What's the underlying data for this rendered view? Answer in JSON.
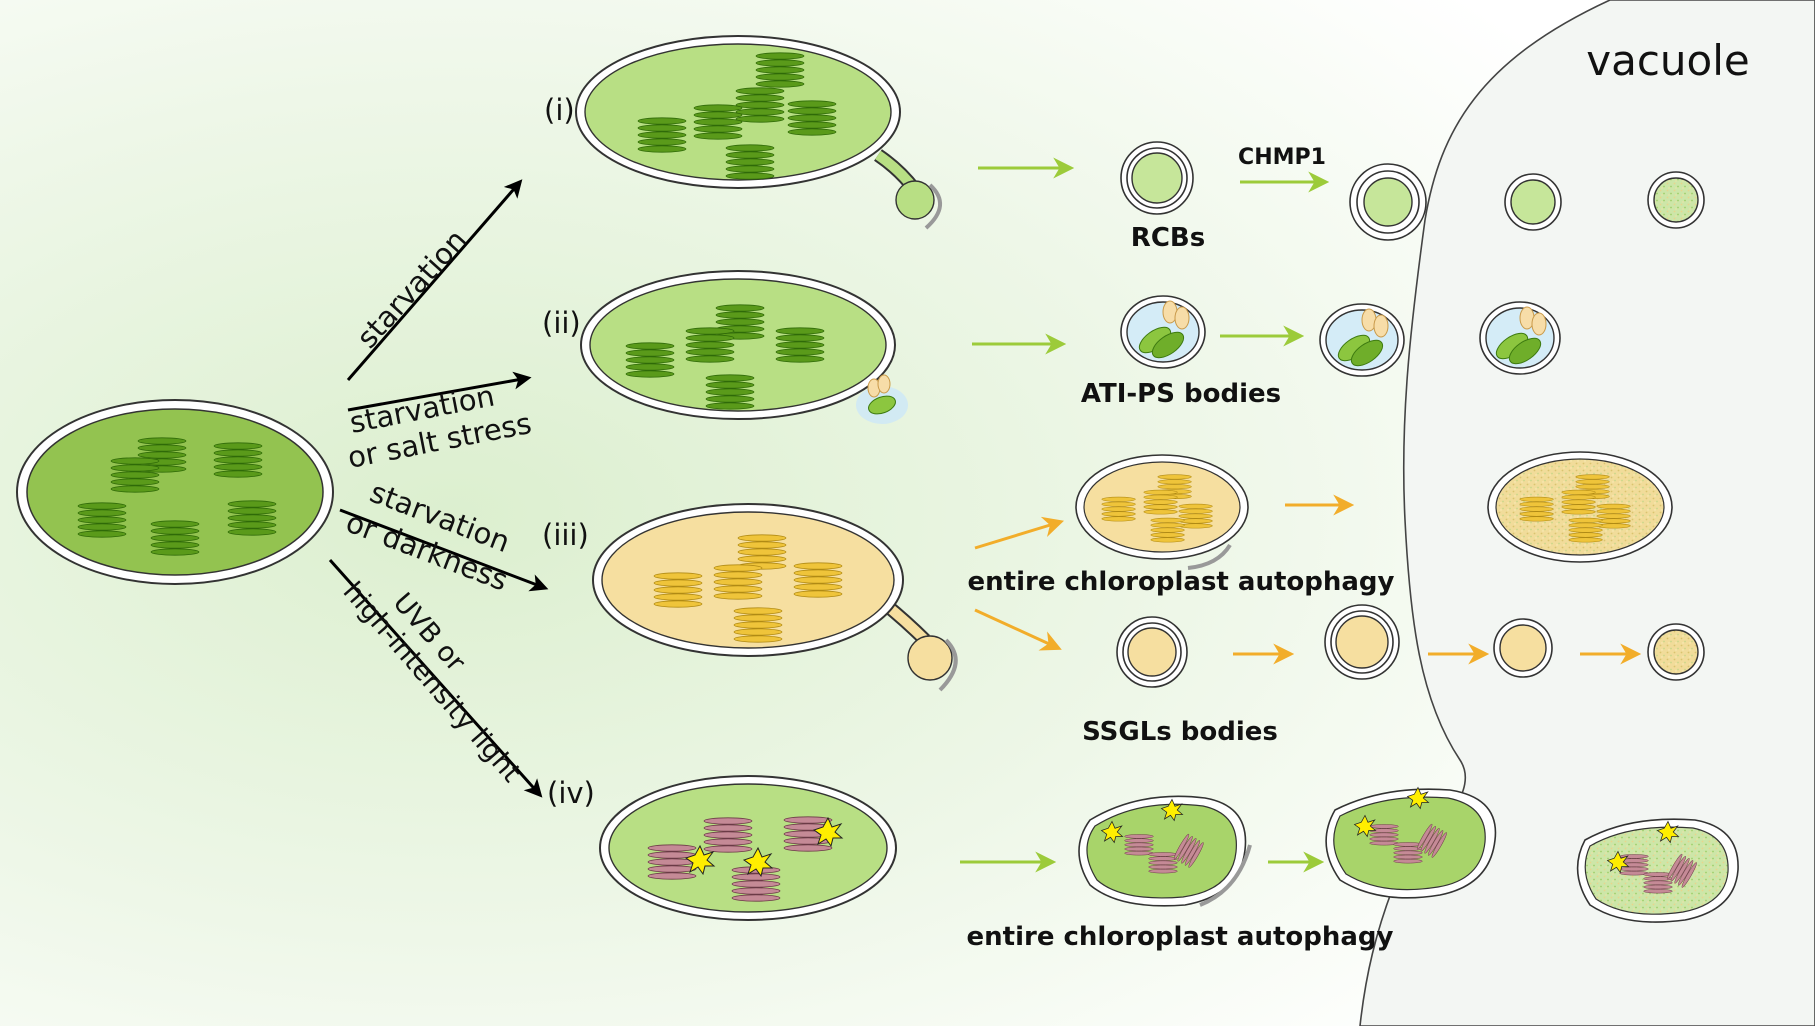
{
  "vacuole_label": "vacuole",
  "pathways": [
    {
      "id": "i",
      "label": "(i)",
      "condition_lines": [
        "starvation"
      ]
    },
    {
      "id": "ii",
      "label": "(ii)",
      "condition_lines": [
        "starvation",
        "or salt stress"
      ]
    },
    {
      "id": "iii",
      "label": "(iii)",
      "condition_lines": [
        "starvation",
        "or darkness"
      ]
    },
    {
      "id": "iv",
      "label": "(iv)",
      "condition_lines": [
        "UVB or",
        "high-intensity light"
      ]
    }
  ],
  "bodies": {
    "rcbs": "RCBs",
    "chmp1": "CHMP1",
    "ati_ps": "ATI-PS bodies",
    "entire_1": "entire chloroplast autophagy",
    "ssgls": "SSGLs bodies",
    "entire_2": "entire chloroplast autophagy"
  },
  "colors": {
    "chloroplast_green": "#a6d15f",
    "thylakoid_green": "#5a9a1a",
    "yellow_fill": "#f6dfa0",
    "thylakoid_yellow": "#e6b82e",
    "damaged_thylakoid": "#c58a96",
    "arrow_green": "#9ccb3a",
    "arrow_orange": "#f2ad2a",
    "vacuole_fill": "#f2f5f2"
  }
}
